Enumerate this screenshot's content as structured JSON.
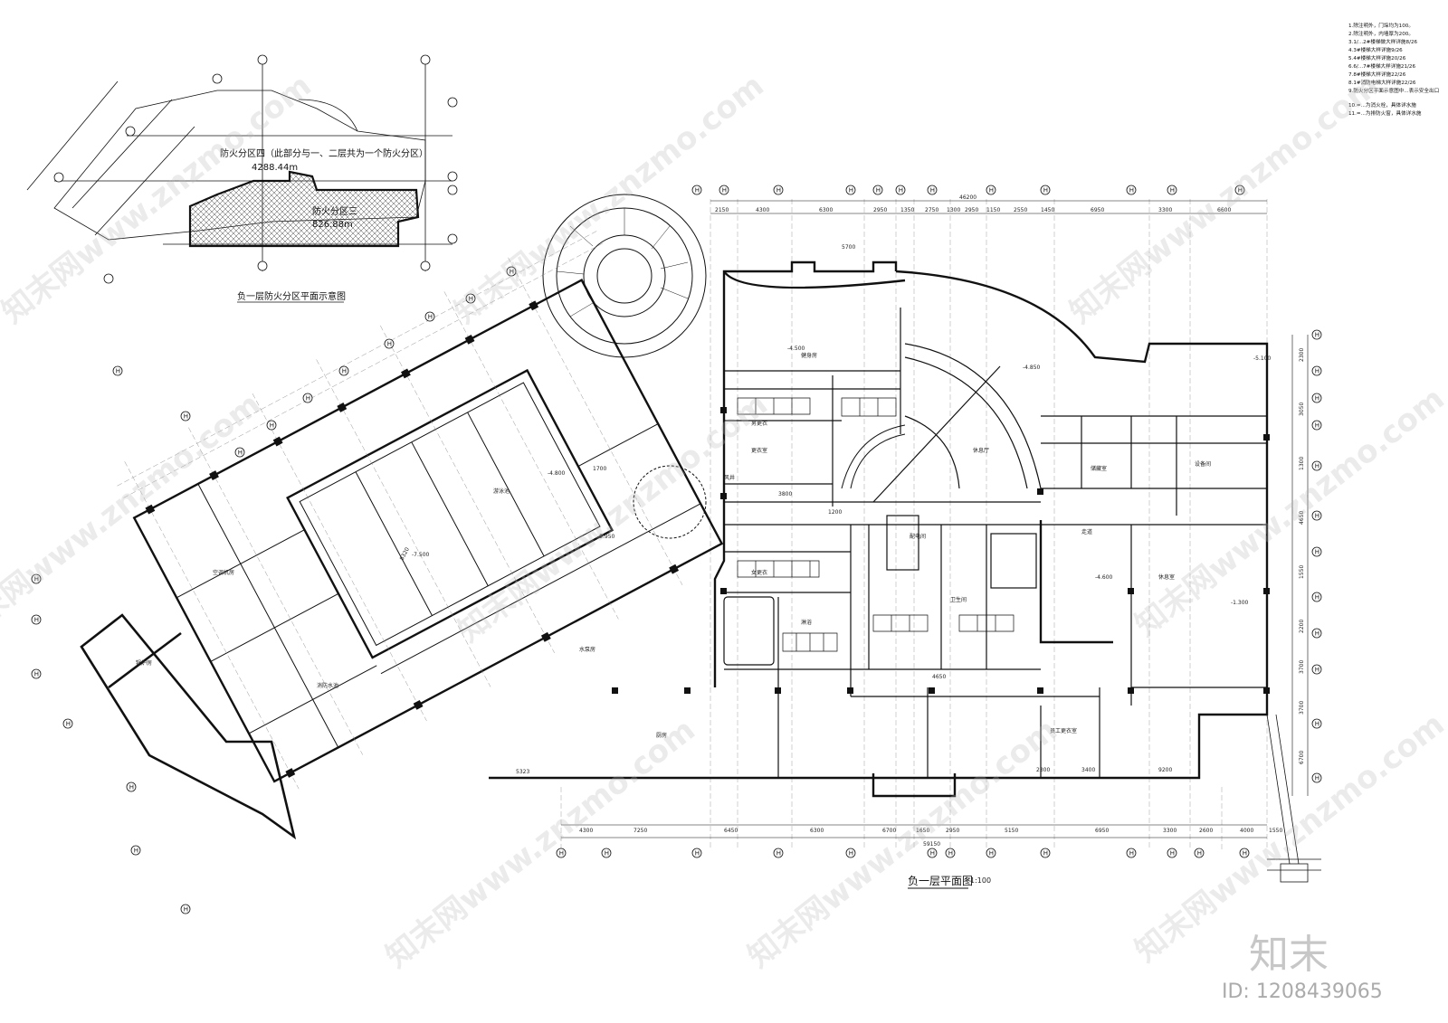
{
  "notes": [
    "1.除注明外，门垛均为100。",
    "2.除注明外，内墙厚为200。",
    "3.1/...2#楼梯做大样详施8/26",
    "4.3#楼梯大样详施9/26",
    "5.4#楼梯大样详施20/26",
    "6.6/...7#楼梯大样详施21/26",
    "7.8#楼梯大样详施22/26",
    "8.1#消防电梯大样详施22/26",
    "9.防火分区平面示意图中...表示安全出口",
    "10.=...为消火栓，具体详水施",
    "11.=...为排防火窗，具体详水施"
  ],
  "keyplan": {
    "zone4": "防火分区四（此部分与一、二层共为一个防火分区）",
    "zone4_area": "4288.44m",
    "zone3": "防火分区三",
    "zone3_area": "826.88m",
    "title": "负一层防火分区平面示意图"
  },
  "plan_title": "负一层平面图",
  "plan_scale": "1:100",
  "top_overall": "46200",
  "top_dims": [
    "2150",
    "4300",
    "6300",
    "2950",
    "1350",
    "2750",
    "1300",
    "2950",
    "1150",
    "2550",
    "1450",
    "6950",
    "3300",
    "6600"
  ],
  "bottom_overall": "59150",
  "bottom_dims": [
    "4300",
    "7250",
    "6450",
    "6300",
    "6700",
    "1650",
    "2950",
    "5150",
    "6950",
    "3300",
    "2600",
    "4000",
    "1550"
  ],
  "right_dims": [
    "2300",
    "3050",
    "1300",
    "4650",
    "1550",
    "2200",
    "3700",
    "3700",
    "6700"
  ],
  "inner_dims": [
    "5700",
    "8320",
    "1700",
    "3800",
    "1200",
    "4650",
    "2300",
    "3400",
    "9200",
    "5323"
  ],
  "axis_marker": "H",
  "rooms": [
    {
      "label": "游泳池"
    },
    {
      "label": "更衣室"
    },
    {
      "label": "休息厅"
    },
    {
      "label": "健身房"
    },
    {
      "label": "男更衣"
    },
    {
      "label": "女更衣"
    },
    {
      "label": "淋浴"
    },
    {
      "label": "配电间"
    },
    {
      "label": "水泵房"
    },
    {
      "label": "消防水池"
    },
    {
      "label": "锅炉房"
    },
    {
      "label": "空调机房"
    },
    {
      "label": "储藏室"
    },
    {
      "label": "设备间"
    },
    {
      "label": "走道"
    },
    {
      "label": "休息室"
    },
    {
      "label": "员工更衣室"
    },
    {
      "label": "厨房"
    },
    {
      "label": "卫生间"
    },
    {
      "label": "风井"
    }
  ],
  "levels": [
    "-4.500",
    "-5.100",
    "-4.850",
    "-4.800",
    "-7.500",
    "-5.950",
    "-4.600",
    "-1.300"
  ],
  "watermark": "知末网www.znzmo.com",
  "brand": "知末",
  "brand_id": "ID: 1208439065",
  "colors": {
    "line": "#111111",
    "hatch": "#444444",
    "watermark": "#bbbbbb"
  }
}
